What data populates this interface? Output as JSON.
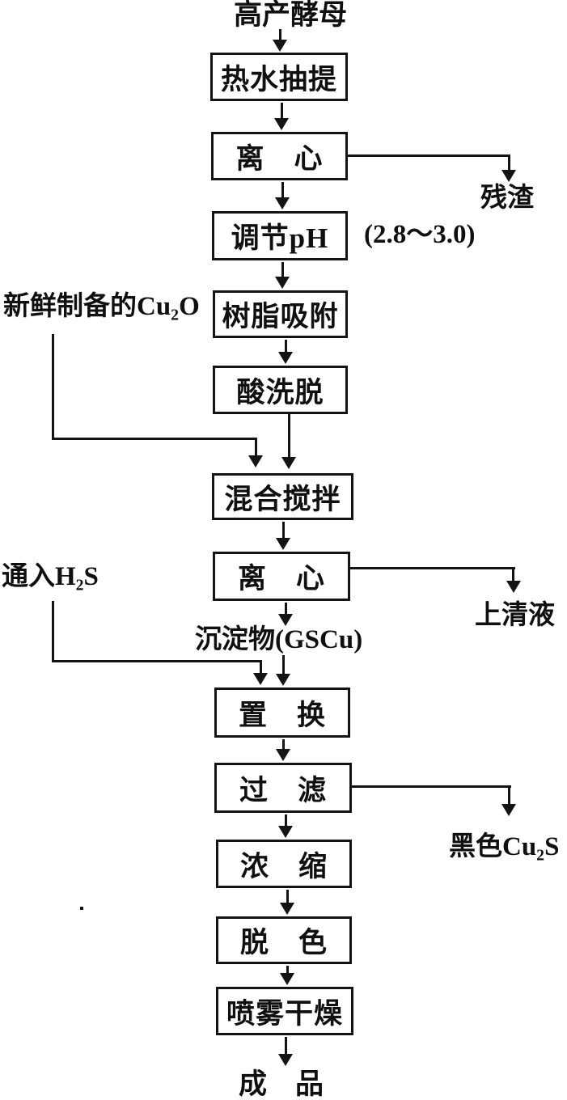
{
  "diagram": {
    "type": "flowchart",
    "ink_color": "#141414",
    "background_color": "#ffffff",
    "start_label": "高产酵母",
    "end_label": "成　品",
    "precipitate_label": "沉淀物(GSCu)",
    "ph_annotation": "(2.8～3.0)",
    "nodes": [
      {
        "id": "hot-water-extraction",
        "label": "热水抽提"
      },
      {
        "id": "centrifuge-1",
        "label": "离　心"
      },
      {
        "id": "adjust-ph",
        "label": "调节pH"
      },
      {
        "id": "resin-adsorption",
        "label": "树脂吸附"
      },
      {
        "id": "acid-elution",
        "label": "酸洗脱"
      },
      {
        "id": "mixing-stirring",
        "label": "混合搅拌"
      },
      {
        "id": "centrifuge-2",
        "label": "离　心"
      },
      {
        "id": "displacement",
        "label": "置　换"
      },
      {
        "id": "filtration",
        "label": "过　滤"
      },
      {
        "id": "concentration",
        "label": "浓　缩"
      },
      {
        "id": "decolorization",
        "label": "脱　色"
      },
      {
        "id": "spray-drying",
        "label": "喷雾干燥"
      }
    ],
    "side_inputs": [
      {
        "id": "fresh-cu2o",
        "label": "新鲜制备的Cu₂O"
      },
      {
        "id": "h2s-gas",
        "label": "通入H₂S"
      }
    ],
    "side_outputs": [
      {
        "id": "residue",
        "label": "残渣"
      },
      {
        "id": "supernatant",
        "label": "上清液"
      },
      {
        "id": "black-cu2s",
        "label": "黑色Cu₂S"
      }
    ]
  }
}
